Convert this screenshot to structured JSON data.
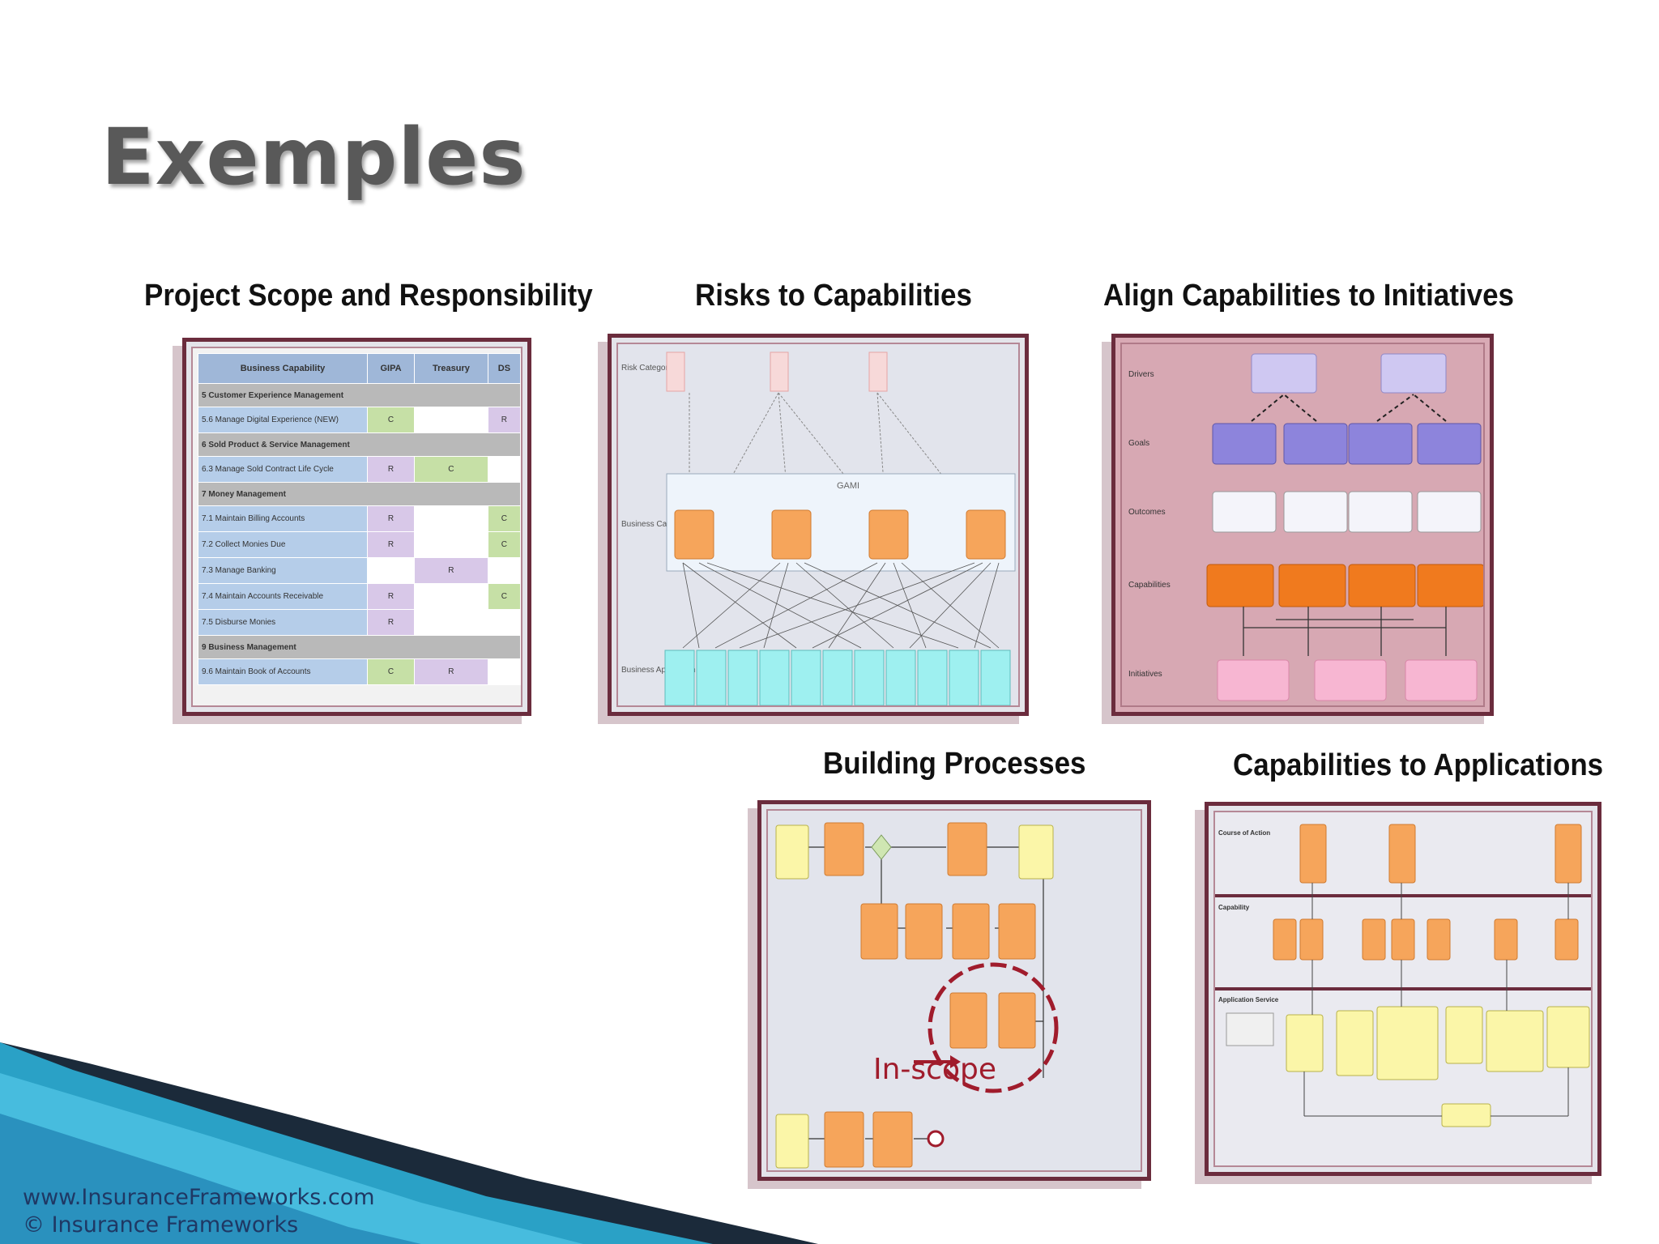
{
  "slide": {
    "title": "Exemples",
    "inscope_label": "In-scope"
  },
  "thumbnails": {
    "project_scope": "Project Scope and Responsibility",
    "risks": "Risks to Capabilities",
    "align": "Align Capabilities to Initiatives",
    "processes": "Building Processes",
    "applications": "Capabilities to Applications"
  },
  "capability_table": {
    "headers": [
      "Business Capability",
      "GIPA",
      "Treasury",
      "DS"
    ],
    "rows": [
      {
        "group": true,
        "label": "5 Customer Experience Management"
      },
      {
        "label": "5.6 Manage Digital Experience (NEW)",
        "cells": [
          "C",
          "",
          "R"
        ]
      },
      {
        "group": true,
        "label": "6 Sold Product & Service Management"
      },
      {
        "label": "6.3 Manage Sold Contract Life Cycle",
        "cells": [
          "R",
          "C",
          ""
        ]
      },
      {
        "group": true,
        "label": "7 Money Management"
      },
      {
        "label": "7.1 Maintain Billing Accounts",
        "cells": [
          "R",
          "",
          "C"
        ]
      },
      {
        "label": "7.2 Collect Monies Due",
        "cells": [
          "R",
          "",
          "C"
        ]
      },
      {
        "label": "7.3 Manage Banking",
        "cells": [
          "",
          "R",
          ""
        ]
      },
      {
        "label": "7.4 Maintain Accounts Receivable",
        "cells": [
          "R",
          "",
          "C"
        ]
      },
      {
        "label": "7.5 Disburse Monies",
        "cells": [
          "R",
          "",
          ""
        ]
      },
      {
        "group": true,
        "label": "9 Business Management"
      },
      {
        "label": "9.6 Maintain Book of Accounts",
        "cells": [
          "C",
          "R",
          ""
        ]
      }
    ]
  },
  "risks_diagram": {
    "row_labels": [
      "Risk Category",
      "Business Capability",
      "Business Application"
    ],
    "box_label": "GAMI"
  },
  "align_diagram": {
    "row_labels": [
      "Drivers",
      "Goals",
      "Outcomes",
      "Capabilities",
      "Initiatives"
    ]
  },
  "applications_diagram": {
    "row_labels": [
      "Course of Action",
      "Capability",
      "Application Service"
    ]
  },
  "footer": {
    "website": "www.InsuranceFrameworks.com",
    "copyright": "© Insurance Frameworks"
  }
}
